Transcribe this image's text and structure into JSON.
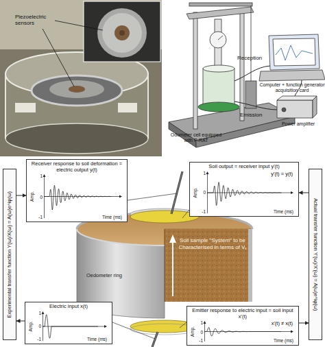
{
  "diagram": {
    "nodes": [
      {
        "text": [
          "Receiver response to soil deformation = electric output y(t)",
          "Amp.",
          "1",
          "0",
          "-1",
          "Time (ms)"
        ]
      },
      {
        "text": [
          "Soil output = receiver input y'(t)",
          "y'(t) = y(t)",
          "Amp.",
          "1",
          "0",
          "-1",
          "Time (ms)"
        ]
      },
      {
        "text": [
          "Experimental transfer function Y(ω)/X(ω) = A(ω)e^iφ(ω)"
        ]
      },
      {
        "text": [
          "Actual transfer function Y'(ω)/X'(ω) = A(ω)e^iφ(ω)"
        ]
      },
      {
        "text": [
          "Electric input x(t)",
          "Amp.",
          "1",
          "0",
          "-1",
          "Time (ms)"
        ]
      },
      {
        "text": [
          "Emitter response to electric input = soil input x'(t)",
          "x'(t) ≠ x(t)",
          "Amp.",
          "1",
          "0",
          "-1",
          "Time (ms)"
        ]
      }
    ],
    "edges": [
      {
        "from": 4,
        "to": 2,
        "arrow": "to"
      },
      {
        "from": 2,
        "to": 0,
        "arrow": "to"
      },
      {
        "from": 5,
        "to": 3,
        "arrow": "to"
      },
      {
        "from": 3,
        "to": 1,
        "arrow": "to"
      }
    ],
    "labels": [
      "Piezoelectric sensors",
      "Reception",
      "Computer + function generator acquisition card",
      "Emission",
      "Power amplifier",
      "Odometer cell equipped with P-RAT",
      "Soil sample \"System\" to be Characterised in terms of Vₛ",
      "Oedometer ring"
    ]
  }
}
